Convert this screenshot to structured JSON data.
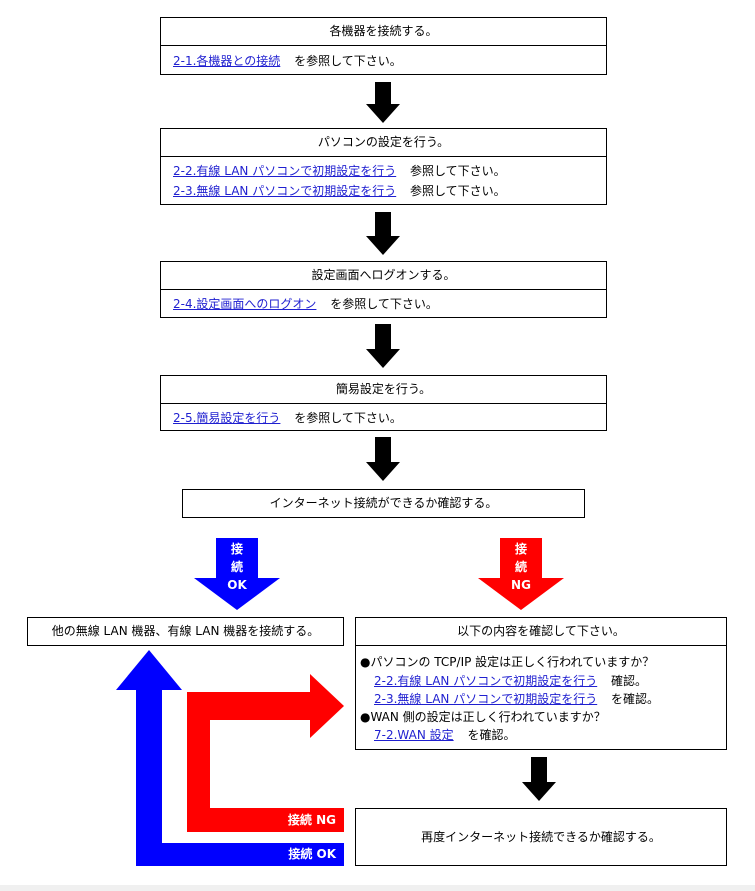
{
  "steps": [
    {
      "title": "各機器を接続する。",
      "rows": [
        {
          "link": "2-1.各機器との接続",
          "text": "を参照して下さい。"
        }
      ]
    },
    {
      "title": "パソコンの設定を行う。",
      "rows": [
        {
          "link": "2-2.有線 LAN パソコンで初期設定を行う",
          "text": "参照して下さい。"
        },
        {
          "link": "2-3.無線 LAN パソコンで初期設定を行う",
          "text": "参照して下さい。"
        }
      ]
    },
    {
      "title": "設定画面へログオンする。",
      "rows": [
        {
          "link": "2-4.設定画面へのログオン",
          "text": "を参照して下さい。"
        }
      ]
    },
    {
      "title": "簡易設定を行う。",
      "rows": [
        {
          "link": "2-5.簡易設定を行う",
          "text": "を参照して下さい。"
        }
      ]
    }
  ],
  "check_internet": "インターネット接続ができるか確認する。",
  "ok_arrow": {
    "l1": "接",
    "l2": "続",
    "l3": "OK"
  },
  "ng_arrow": {
    "l1": "接",
    "l2": "続",
    "l3": "NG"
  },
  "ok_result": "他の無線 LAN 機器、有線 LAN 機器を接続する。",
  "ng_box": {
    "title": "以下の内容を確認して下さい。",
    "q1": "●パソコンの TCP/IP 設定は正しく行われていますか？",
    "q1_link1": "2-2.有線 LAN パソコンで初期設定を行う",
    "q1_text1": "確認。",
    "q1_link2": "2-3.無線 LAN パソコンで初期設定を行う",
    "q1_text2": "を確認。",
    "q2": "●WAN 側の設定は正しく行われていますか？",
    "q2_link": "7-2.WAN 設定",
    "q2_text": "を確認。"
  },
  "recheck": "再度インターネット接続できるか確認する。",
  "loop_ng": "接続 NG",
  "loop_ok": "接続 OK",
  "colors": {
    "ok": "#0000ff",
    "ng": "#ff0000",
    "link": "#1f1fd0"
  }
}
